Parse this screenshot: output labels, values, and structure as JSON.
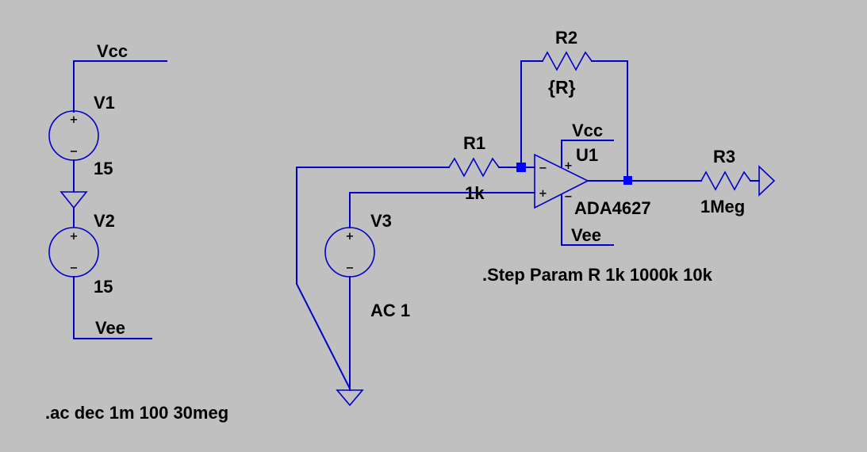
{
  "colors": {
    "background": "#c0c0c0",
    "wire": "#0000c8",
    "junction": "#0000ff",
    "text": "#000000"
  },
  "nets": {
    "vcc_top": "Vcc",
    "vee_bottom": "Vee",
    "opamp_vcc": "Vcc",
    "opamp_vee": "Vee"
  },
  "components": {
    "v1": {
      "name": "V1",
      "value": "15"
    },
    "v2": {
      "name": "V2",
      "value": "15"
    },
    "v3": {
      "name": "V3",
      "value": "AC 1"
    },
    "r1": {
      "name": "R1",
      "value": "1k"
    },
    "r2": {
      "name": "R2",
      "value": "{R}"
    },
    "r3": {
      "name": "R3",
      "value": "1Meg"
    },
    "u1": {
      "name": "U1",
      "value": "ADA4627"
    }
  },
  "opamp_pins": {
    "inverting": "−",
    "noninverting": "+",
    "supply_pos": "+",
    "supply_neg": "−"
  },
  "source_polarity": {
    "plus": "+",
    "minus": "−"
  },
  "directives": {
    "step": ".Step Param R 1k 1000k 10k",
    "ac": ".ac dec 1m 100 30meg"
  }
}
